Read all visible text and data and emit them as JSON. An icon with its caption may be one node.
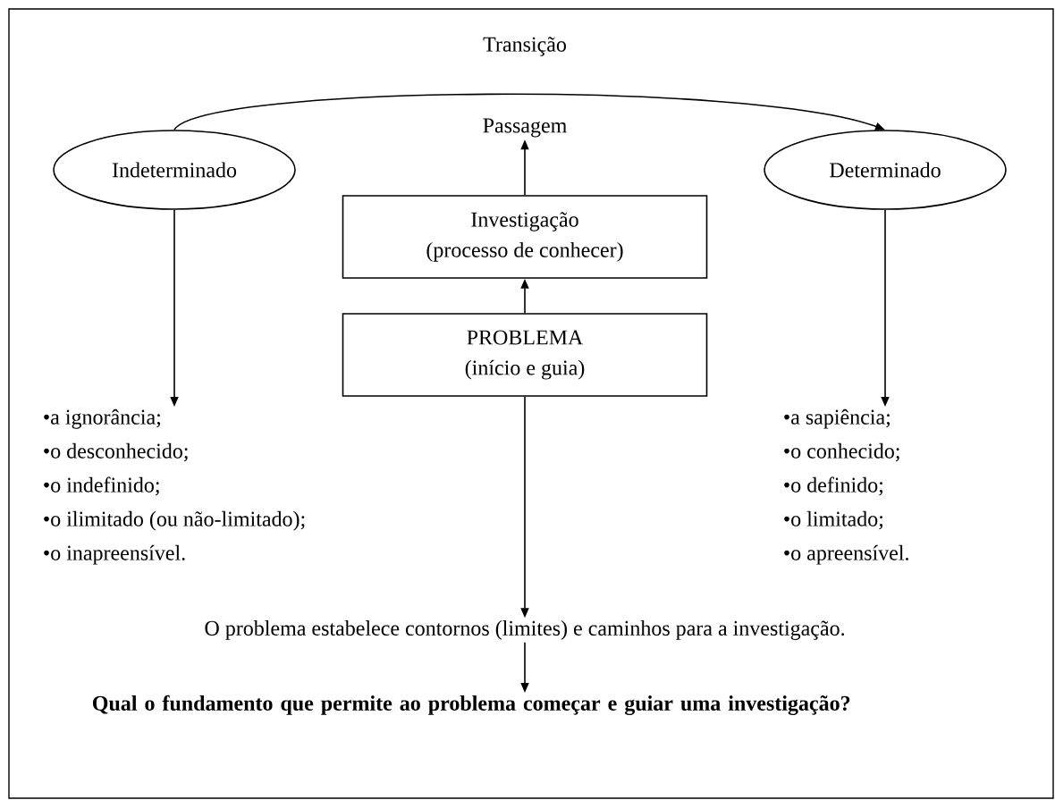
{
  "diagram": {
    "nodes": [
      {
        "text": [
          "Indeterminado"
        ]
      },
      {
        "text": [
          "Determinado"
        ]
      },
      {
        "text": [
          "Passagem"
        ]
      },
      {
        "text": [
          "Investigação",
          "(processo de conhecer)"
        ]
      },
      {
        "text": [
          "PROBLEMA",
          "(início e guia)"
        ]
      },
      {
        "text": [
          "•a ignorância;",
          "•o desconhecido;",
          "•o indefinido;",
          "•o ilimitado (ou não-limitado);",
          "•o inapreensível."
        ]
      },
      {
        "text": [
          "•a sapiência;",
          "•o conhecido;",
          "•o definido;",
          "•o limitado;",
          "•o apreensível."
        ]
      },
      {
        "text": [
          "O problema estabelece contornos (limites) e caminhos para a investigação."
        ]
      },
      {
        "text": [
          "Qual o fundamento que permite ao problema começar e guiar uma investigação?"
        ]
      }
    ],
    "edges": [
      {
        "from": 0,
        "to": 1,
        "arrow": "to",
        "label": "Transição"
      },
      {
        "from": 3,
        "to": 2,
        "arrow": "to"
      },
      {
        "from": 4,
        "to": 3,
        "arrow": "to"
      },
      {
        "from": 0,
        "to": 5,
        "arrow": "to"
      },
      {
        "from": 1,
        "to": 6,
        "arrow": "to"
      },
      {
        "from": 4,
        "to": 7,
        "arrow": "to"
      },
      {
        "from": 7,
        "to": 8,
        "arrow": "to"
      }
    ]
  }
}
